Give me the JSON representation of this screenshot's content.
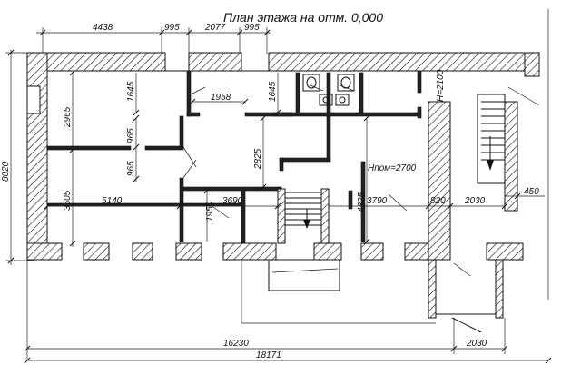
{
  "title": "План этажа на отм. 0,000",
  "room_height_label": "Hпом=2700",
  "small_height_label": "H=2100",
  "top_dims": [
    "4438",
    "995",
    "2077",
    "995"
  ],
  "left_dims": {
    "overall": "8020",
    "upper": "2965",
    "middle": "3505"
  },
  "inner_dims": {
    "d1645a": "1645",
    "d1645b": "1645",
    "d1958": "1958",
    "d965a": "965",
    "d965b": "965",
    "d2825": "2825",
    "d4825": "4825",
    "d5140": "5140",
    "d3690": "3690",
    "d1950": "1950",
    "d3790": "3790",
    "d820": "820",
    "d2030top": "2030",
    "d450": "450"
  },
  "bottom_dims": {
    "d16230": "16230",
    "d2030": "2030",
    "d18171": "18171"
  }
}
